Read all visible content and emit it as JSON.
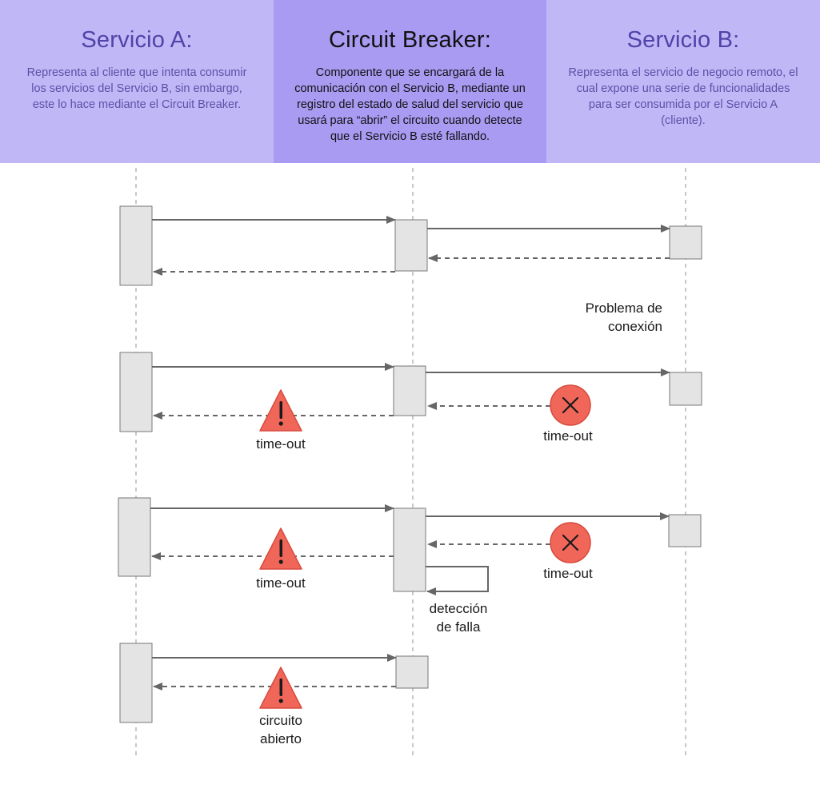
{
  "columns": {
    "a": {
      "title": "Servicio A:",
      "description": "Representa al cliente que intenta consumir los servicios del Servicio B, sin embargo, este lo hace mediante el Circuit Breaker."
    },
    "cb": {
      "title": "Circuit Breaker:",
      "description": "Componente que se encargará de la comunicación con el Servicio B, mediante un registro del estado de salud del servicio que usará para “abrir” el circuito cuando detecte que el Servicio B esté fallando."
    },
    "b": {
      "title": "Servicio B:",
      "description": "Representa el servicio de negocio remoto, el cual expone una serie de funcionalidades para ser consumida por el Servicio A (cliente)."
    }
  },
  "labels": {
    "problema_line1": "Problema de",
    "problema_line2": "conexión",
    "timeout_a_2": "time-out",
    "timeout_b_2": "time-out",
    "timeout_a_3": "time-out",
    "timeout_b_3": "time-out",
    "deteccion_line1": "detección",
    "deteccion_line2": "de falla",
    "circuito_line1": "circuito",
    "circuito_line2": "abierto"
  },
  "colors": {
    "header_side": "#c0b7f6",
    "header_center": "#a99af2",
    "title_side": "#5241a8",
    "warning_red": "#f0675a",
    "activation_box": "#e4e4e4",
    "arrow": "#666666"
  },
  "icons": [
    "warning-triangle-icon",
    "error-circle-x-icon"
  ]
}
